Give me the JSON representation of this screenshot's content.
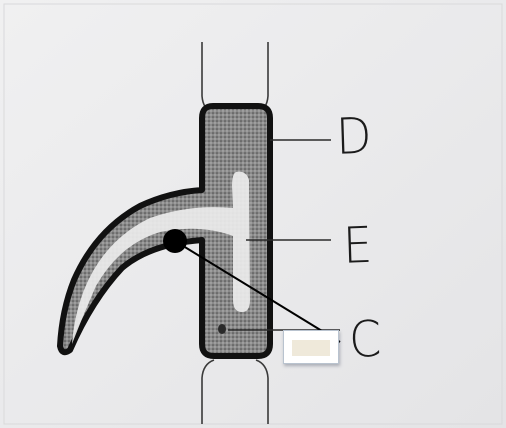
{
  "labels": {
    "d": "D",
    "e": "E",
    "c": "C"
  },
  "answer_box": {
    "value": ""
  },
  "colors": {
    "paper": "#e9e9ea",
    "ink": "#1b1b1b",
    "stipple": "#6e6e6e",
    "lumen": "#ececec",
    "marker": "#000000"
  }
}
